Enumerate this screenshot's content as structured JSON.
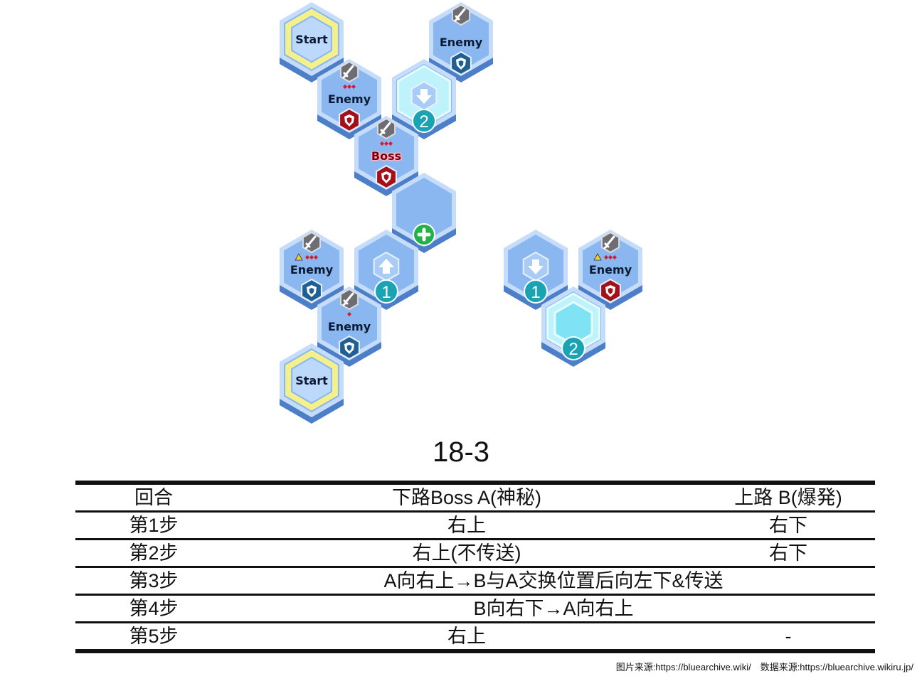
{
  "map": {
    "tiles": [
      {
        "id": "start-top",
        "type": "start",
        "label": "Start"
      },
      {
        "id": "enemy-a",
        "type": "enemy",
        "label": "Enemy",
        "shield": "red",
        "pips": 3,
        "warning": false
      },
      {
        "id": "enemy-b",
        "type": "enemy",
        "label": "Enemy",
        "shield": "blue",
        "pips": 0,
        "warning": false
      },
      {
        "id": "warp-down-2-top",
        "type": "warp",
        "direction": "down",
        "number": "2",
        "glow": true
      },
      {
        "id": "boss",
        "type": "boss",
        "label": "Boss",
        "shield": "red",
        "pips": 3,
        "warning": false
      },
      {
        "id": "heal-tile",
        "type": "heal",
        "icon": "plus-icon"
      },
      {
        "id": "enemy-c",
        "type": "enemy",
        "label": "Enemy",
        "shield": "blue",
        "pips": 3,
        "warning": true
      },
      {
        "id": "warp-up-1",
        "type": "warp",
        "direction": "up",
        "number": "1",
        "glow": false
      },
      {
        "id": "enemy-d",
        "type": "enemy",
        "label": "Enemy",
        "shield": "blue",
        "pips": 1,
        "warning": false
      },
      {
        "id": "start-bottom",
        "type": "start",
        "label": "Start"
      },
      {
        "id": "warp-down-1",
        "type": "warp",
        "direction": "down",
        "number": "1",
        "glow": false
      },
      {
        "id": "enemy-e",
        "type": "enemy",
        "label": "Enemy",
        "shield": "red",
        "pips": 3,
        "warning": true
      },
      {
        "id": "warp-2-right",
        "type": "warp-target",
        "direction": "none",
        "number": "2",
        "glow": true
      }
    ],
    "colors": {
      "tile": "#8bb7f0",
      "tile_dark": "#4d7fc8",
      "start_ring": "#f4f18a",
      "red_shield": "#a50f18",
      "blue_shield": "#1f5f91",
      "warp_number": "#1aa3b3",
      "heal": "#22b24a"
    }
  },
  "stage_title": "18-3",
  "table": {
    "rows": [
      {
        "type": "header",
        "cells": [
          "回合",
          "下路Boss A(神秘)",
          "上路 B(爆発)"
        ]
      },
      {
        "type": "data",
        "cells": [
          "第1步",
          "右上",
          "右下"
        ]
      },
      {
        "type": "data",
        "cells": [
          "第2步",
          "右上(不传送)",
          "右下"
        ]
      },
      {
        "type": "span",
        "cells": [
          "第3步",
          "A向右上→B与A交换位置后向左下&传送"
        ]
      },
      {
        "type": "span",
        "cells": [
          "第4步",
          "B向右下→A向右上"
        ]
      },
      {
        "type": "data",
        "cells": [
          "第5步",
          "右上",
          "-"
        ]
      }
    ]
  },
  "credit": "图片来源:https://bluearchive.wiki/　数据来源:https://bluearchive.wikiru.jp/"
}
